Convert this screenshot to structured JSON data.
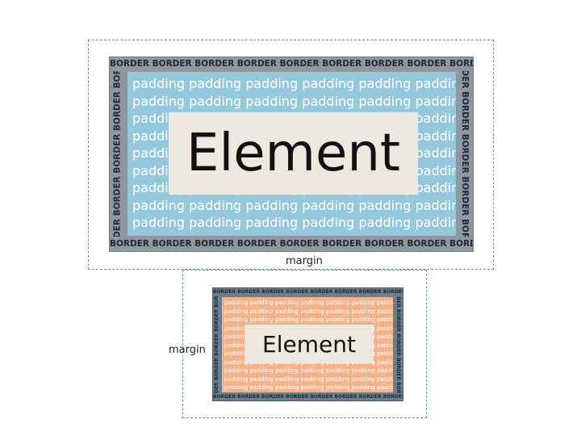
{
  "colors": {
    "margin_dash": "#6f8fc2",
    "border_fill_large": "#8f979f",
    "border_fill_small": "#6d7f8c",
    "padding_large": "#94c8dc",
    "padding_small": "#f4b289",
    "element_fill": "#ede9df"
  },
  "large": {
    "border_word": "BORDER",
    "padding_word": "padding",
    "element_label": "Element",
    "margin_label": "margin"
  },
  "small": {
    "border_word": "BORDER",
    "padding_word": "padding",
    "element_label": "Element",
    "margin_label": "margin"
  }
}
